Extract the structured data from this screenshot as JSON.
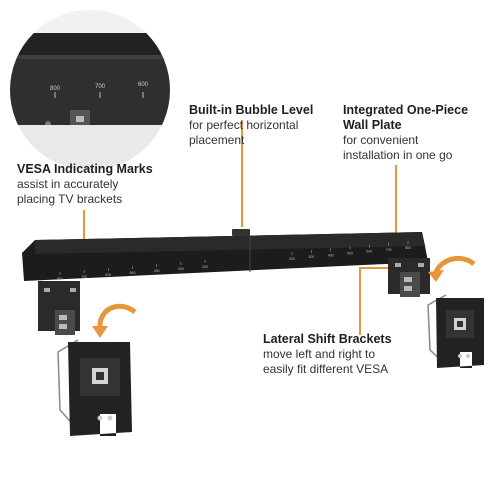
{
  "callouts": {
    "vesa": {
      "title": "VESA Indicating Marks",
      "desc": [
        "assist in accurately",
        "placing TV brackets"
      ]
    },
    "level": {
      "title": "Built-in Bubble Level",
      "desc": [
        "for perfect horizontal",
        "placement"
      ]
    },
    "plate": {
      "title": [
        "Integrated One-Piece",
        "Wall Plate"
      ],
      "desc": [
        "for convenient",
        "installation in one go"
      ]
    },
    "shift": {
      "title": "Lateral Shift Brackets",
      "desc": [
        "move left and right to",
        "easily fit different VESA"
      ]
    }
  },
  "zoom_marks": [
    "800",
    "700",
    "600"
  ],
  "bar_marks_left": [
    "800",
    "700",
    "600",
    "500",
    "400",
    "300",
    "200"
  ],
  "bar_marks_right": [
    "200",
    "300",
    "400",
    "500",
    "600",
    "700",
    "800"
  ],
  "colors": {
    "accent": "#E8963A",
    "plate": "#2B2B2B"
  }
}
